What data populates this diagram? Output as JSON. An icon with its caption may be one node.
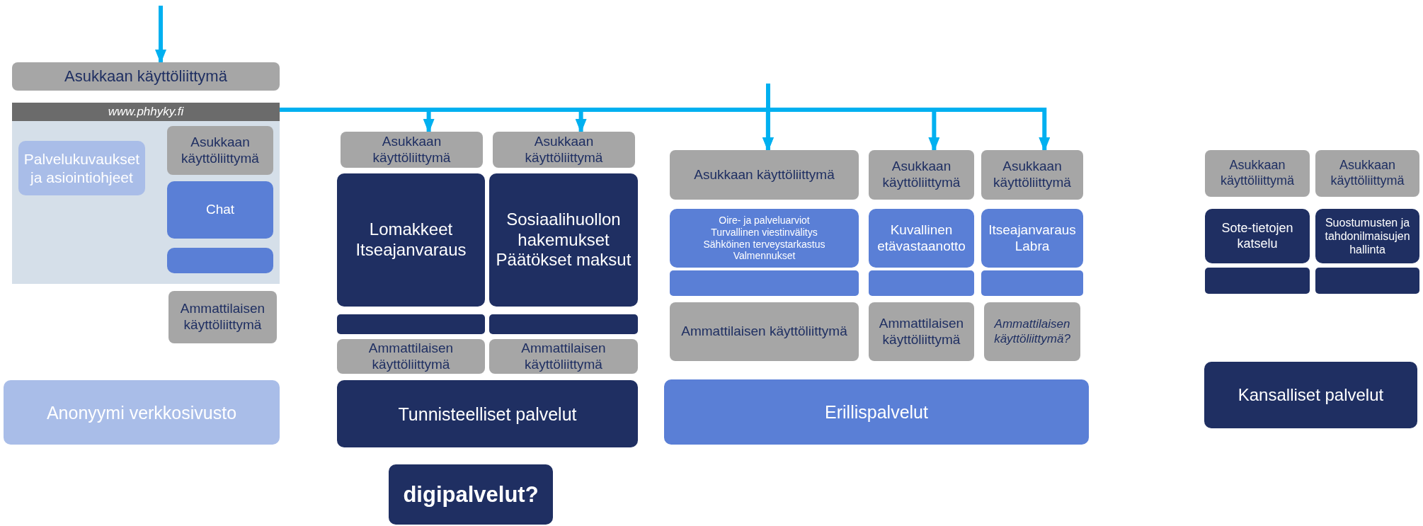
{
  "diagram": {
    "nodes": [
      {
        "text": [
          "Asukkaan käyttöliittymä"
        ]
      },
      {
        "text": [],
        "shape": "box"
      },
      {
        "text": [
          "www.phhyky.fi"
        ],
        "in": 1
      },
      {
        "text": [
          "Palvelukuvaukset ja asiointiohjeet"
        ],
        "in": 1
      },
      {
        "text": [
          "Asukkaan käyttöliittymä"
        ],
        "in": 1
      },
      {
        "text": [
          "Chat"
        ],
        "in": 1
      },
      {
        "text": [],
        "shape": "box",
        "in": 1
      },
      {
        "text": [
          "Ammattilaisen käyttöliittymä"
        ]
      },
      {
        "text": [
          "Anonyymi verkkosivusto"
        ]
      },
      {
        "text": [
          "Asukkaan käyttöliittymä"
        ]
      },
      {
        "text": [
          "Asukkaan käyttöliittymä"
        ]
      },
      {
        "text": [
          "Lomakkeet Itseajanvaraus"
        ]
      },
      {
        "text": [
          "Sosiaalihuollon hakemukset Päätökset maksut"
        ]
      },
      {
        "text": [],
        "shape": "bar"
      },
      {
        "text": [],
        "shape": "bar"
      },
      {
        "text": [
          "Ammattilaisen käyttöliittymä"
        ]
      },
      {
        "text": [
          "Ammattilaisen käyttöliittymä"
        ]
      },
      {
        "text": [
          "Tunnisteelliset palvelut"
        ]
      },
      {
        "text": [
          "digipalvelut?"
        ]
      },
      {
        "text": [
          "Asukkaan käyttöliittymä"
        ]
      },
      {
        "text": [
          "Asukkaan käyttöliittymä"
        ]
      },
      {
        "text": [
          "Asukkaan käyttöliittymä"
        ]
      },
      {
        "text": [
          "Oire- ja palveluarviot",
          "Turvallinen viestinvälitys",
          "Sähköinen terveystarkastus",
          "Valmennukset"
        ]
      },
      {
        "text": [],
        "shape": "bar"
      },
      {
        "text": [
          "Kuvallinen etävastaanotto"
        ]
      },
      {
        "text": [],
        "shape": "bar"
      },
      {
        "text": [
          "Itseajanvaraus Labra"
        ]
      },
      {
        "text": [],
        "shape": "bar"
      },
      {
        "text": [
          "Ammattilaisen käyttöliittymä"
        ]
      },
      {
        "text": [
          "Ammattilaisen käyttöliittymä"
        ]
      },
      {
        "text": [
          "Ammattilaisen käyttöliittymä?"
        ]
      },
      {
        "text": [
          "Erillispalvelut"
        ]
      },
      {
        "text": [
          "Asukkaan käyttöliittymä"
        ]
      },
      {
        "text": [
          "Asukkaan käyttöliittymä"
        ]
      },
      {
        "text": [
          "Sote-tietojen katselu"
        ]
      },
      {
        "text": [
          "Suostumusten ja tahdonilmaisujen hallinta"
        ]
      },
      {
        "text": [],
        "shape": "bar"
      },
      {
        "text": [],
        "shape": "bar"
      },
      {
        "text": [
          "Kansalliset palvelut"
        ]
      }
    ],
    "edges": [
      {
        "from": null,
        "to": 0,
        "arrow": "to"
      },
      {
        "from": 2,
        "to": 9,
        "arrow": "to"
      },
      {
        "from": 2,
        "to": 10,
        "arrow": "to"
      },
      {
        "from": 2,
        "to": 19,
        "arrow": "to"
      },
      {
        "from": 2,
        "to": 20,
        "arrow": "to"
      },
      {
        "from": 2,
        "to": 21,
        "arrow": "to"
      },
      {
        "from": null,
        "to": 19,
        "arrow": "to"
      }
    ]
  }
}
